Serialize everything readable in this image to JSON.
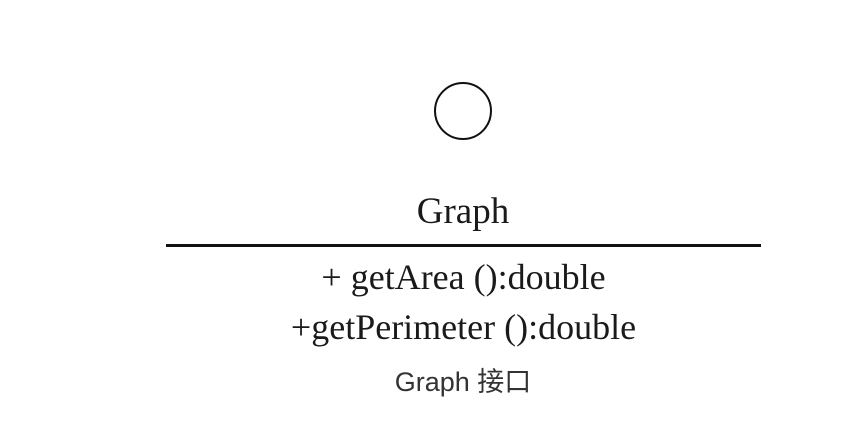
{
  "interface": {
    "name": "Graph",
    "methods": [
      "+ getArea ():double",
      "+getPerimeter ():double"
    ]
  },
  "caption": "Graph 接口"
}
